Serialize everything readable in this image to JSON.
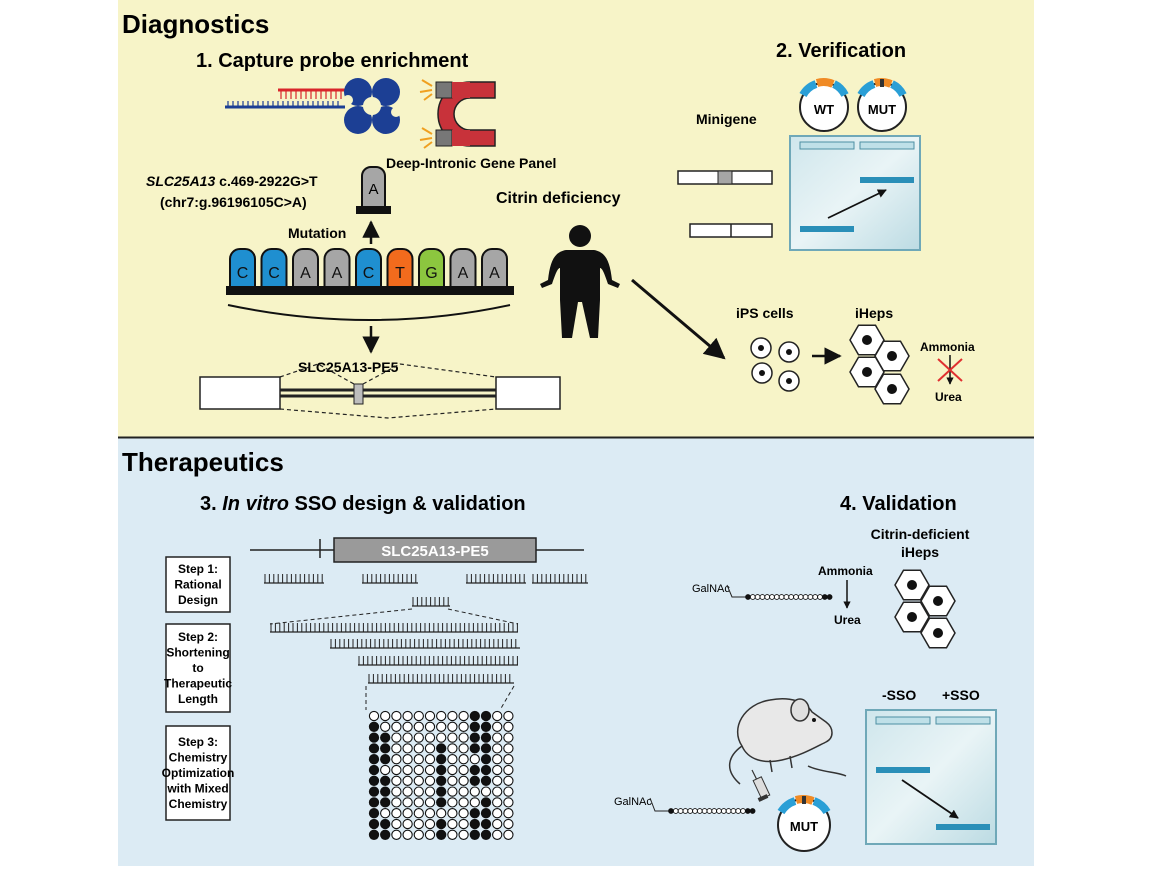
{
  "diagnostics": {
    "heading": "Diagnostics",
    "capture": {
      "title": "1.  Capture probe enrichment",
      "panel_label": "Deep-Intronic Gene Panel"
    },
    "mutation": {
      "gene": "SLC25A13",
      "variant": " c.469-2922G>T",
      "genomic": "(chr7:g.96196105C>A)",
      "alt_base": "A",
      "label": "Mutation",
      "bases": [
        "C",
        "C",
        "A",
        "A",
        "C",
        "T",
        "G",
        "A",
        "A"
      ],
      "pseudo_exon_label": "SLC25A13-PE5"
    },
    "patient_label": "Citrin deficiency",
    "verification": {
      "title": "2. Verification",
      "minigene_label": "Minigene",
      "wt_label": "WT",
      "mut_label": "MUT"
    },
    "cells": {
      "ips_label": "iPS cells",
      "iheps_label": "iHeps",
      "ammonia_label": "Ammonia",
      "urea_label": "Urea"
    }
  },
  "therapeutics": {
    "heading": "Therapeutics",
    "design": {
      "title_italic": "In vitro",
      "title_rest": " SSO design & validation",
      "title_num": "3. ",
      "exon_label": "SLC25A13-PE5",
      "steps": [
        {
          "lines": [
            "Step 1:",
            "Rational",
            "Design"
          ]
        },
        {
          "lines": [
            "Step 2:",
            "Shortening",
            "to",
            "Therapeutic",
            "Length"
          ]
        },
        {
          "lines": [
            "Step 3:",
            "Chemistry",
            "Optimization",
            "with Mixed",
            "Chemistry"
          ]
        }
      ]
    },
    "validation": {
      "title": "4. Validation",
      "iheps_label_1": "Citrin-deficient",
      "iheps_label_2": "iHeps",
      "galnac_label": "GalNAc",
      "ammonia_label": "Ammonia",
      "urea_label": "Urea",
      "minus_sso": "-SSO",
      "plus_sso": "+SSO",
      "mut_label": "MUT"
    }
  },
  "colors": {
    "diagnostics_bg": "#f7f4c8",
    "therapeutics_bg": "#dcebf4",
    "base_C": "#1f8fd0",
    "base_T": "#f26b1d",
    "base_G": "#8cc63f",
    "base_A": "#a6a6a6",
    "gel_band": "#2a8fb8",
    "plasmid_orange": "#f08a24",
    "plasmid_blue": "#2a9fd6"
  }
}
